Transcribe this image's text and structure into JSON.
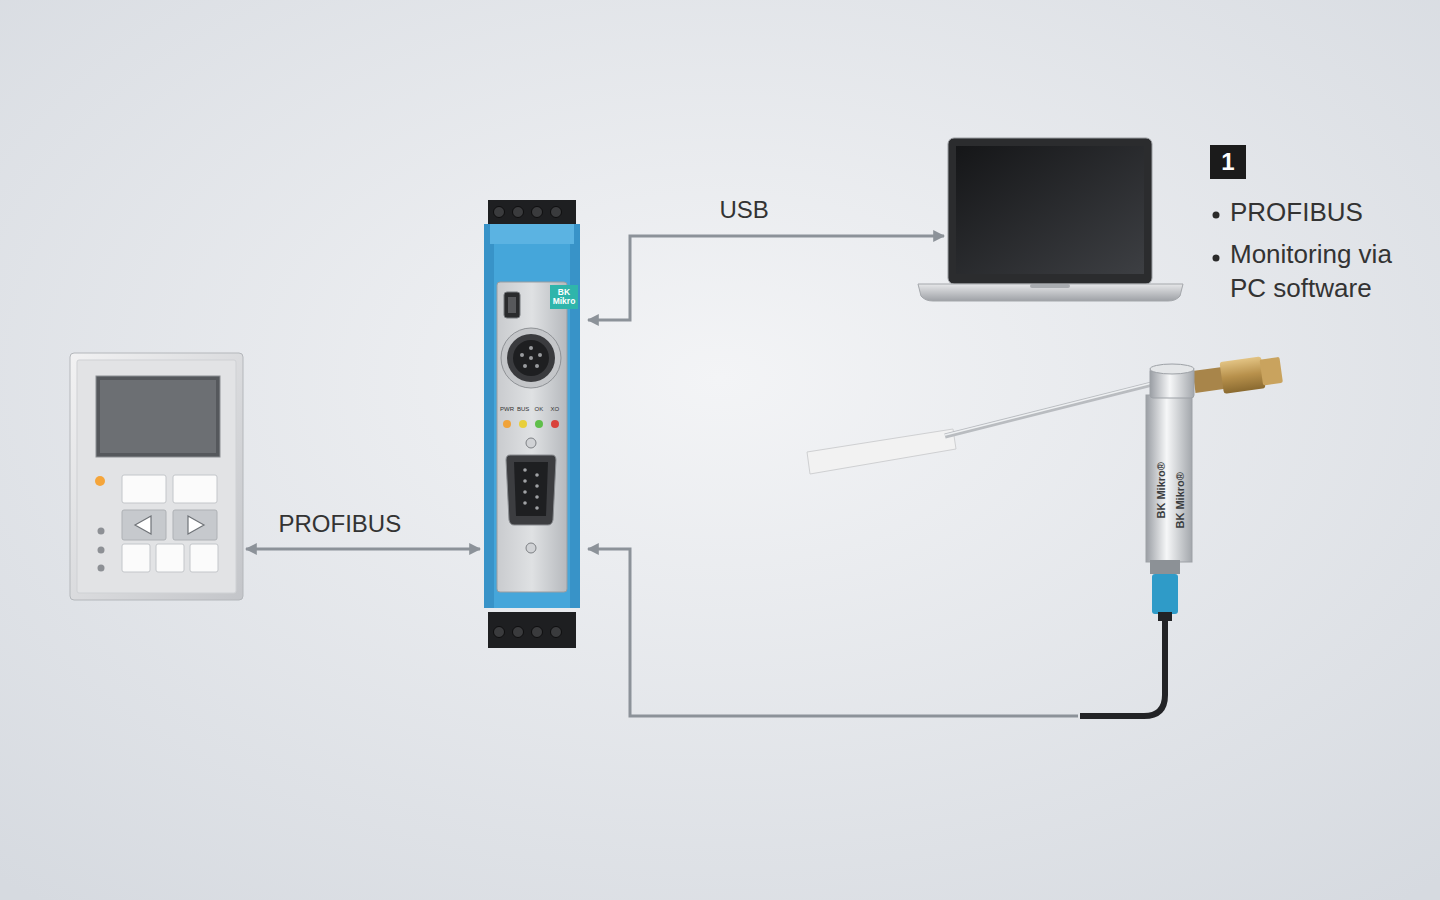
{
  "diagram": {
    "nodes": [
      {
        "text": [
          "1"
        ]
      }
    ],
    "labels": [
      "USB",
      "PROFIBUS",
      "BK Mikro",
      "PWR",
      "BUS",
      "OK",
      "XO",
      "PROFIBUS",
      "Monitoring via PC software",
      "BK Mikro®",
      "BK Mikro®"
    ]
  }
}
